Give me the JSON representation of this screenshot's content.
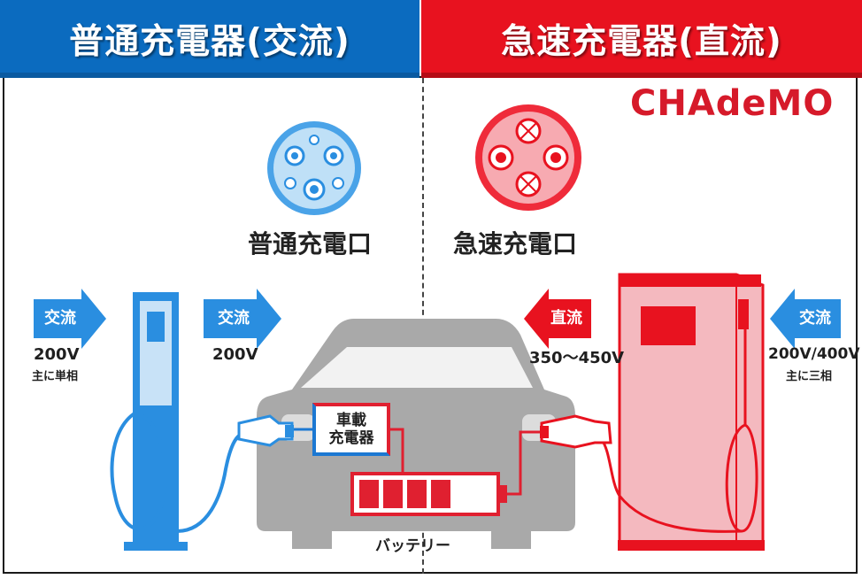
{
  "banners": {
    "left": "普通充電器(交流)",
    "right": "急速充電器(直流)"
  },
  "brand": "CHAdeMO",
  "ports": {
    "normal": "普通充電口",
    "fast": "急速充電口"
  },
  "left_side": {
    "input_arrow": "交流",
    "input_voltage": "200V",
    "input_note": "主に単相",
    "output_arrow": "交流",
    "output_voltage": "200V"
  },
  "right_side": {
    "output_arrow": "直流",
    "output_voltage": "350～450V",
    "input_arrow": "交流",
    "input_voltage": "200V/400V",
    "input_note": "主に三相"
  },
  "car": {
    "onboard_line1": "車載",
    "onboard_line2": "充電器",
    "battery": "バッテリー"
  },
  "colors": {
    "blue": "#0b6bbf",
    "light_blue": "#2a8ee0",
    "red": "#e8121f",
    "car_gray": "#a9a9a9",
    "charger_pink": "#f4b9bf"
  }
}
